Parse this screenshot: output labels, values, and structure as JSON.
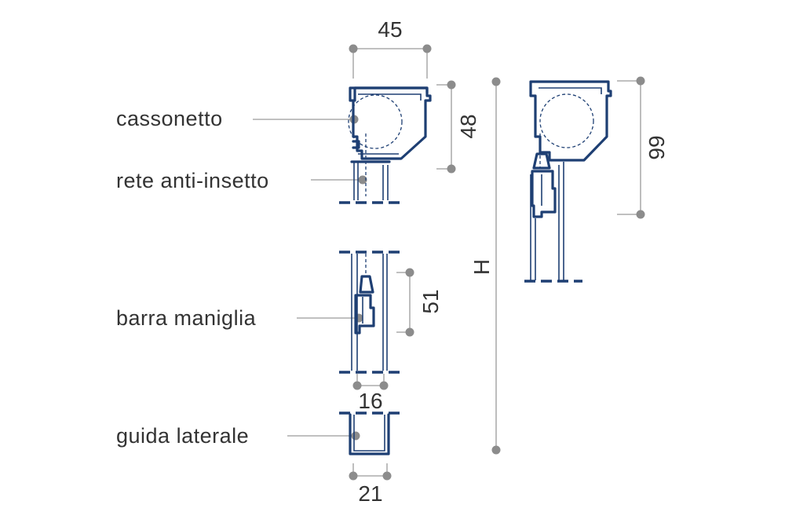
{
  "labels": {
    "cassonetto": "cassonetto",
    "rete": "rete anti-insetto",
    "barra": "barra maniglia",
    "guida": "guida laterale"
  },
  "dimensions": {
    "box_width": "45",
    "box_height": "48",
    "bar_height": "51",
    "bar_width": "16",
    "guide_width": "21",
    "total_height": "H",
    "box_height_full": "99"
  },
  "colors": {
    "profile": "#1e3f73",
    "dimension_line": "#9a9a9a",
    "dimension_dot": "#8c8c8c",
    "text": "#333333"
  }
}
